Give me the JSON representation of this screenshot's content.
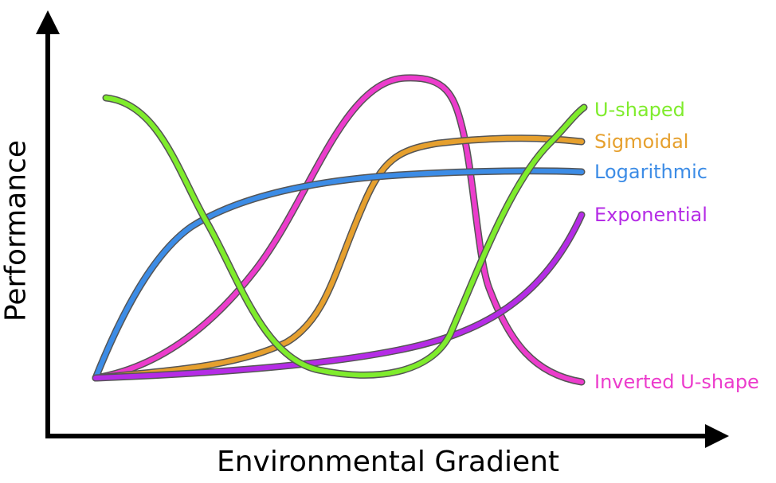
{
  "xlabel": "Environmental Gradient",
  "ylabel": "Performance",
  "curves": [
    {
      "name": "U-shaped",
      "color": "#7fec2c"
    },
    {
      "name": "Sigmoidal",
      "color": "#e6a02e"
    },
    {
      "name": "Logarithmic",
      "color": "#3c8ce6"
    },
    {
      "name": "Exponential",
      "color": "#b52ce6"
    },
    {
      "name": "Inverted U-shape",
      "color": "#ec3ccc"
    }
  ]
}
